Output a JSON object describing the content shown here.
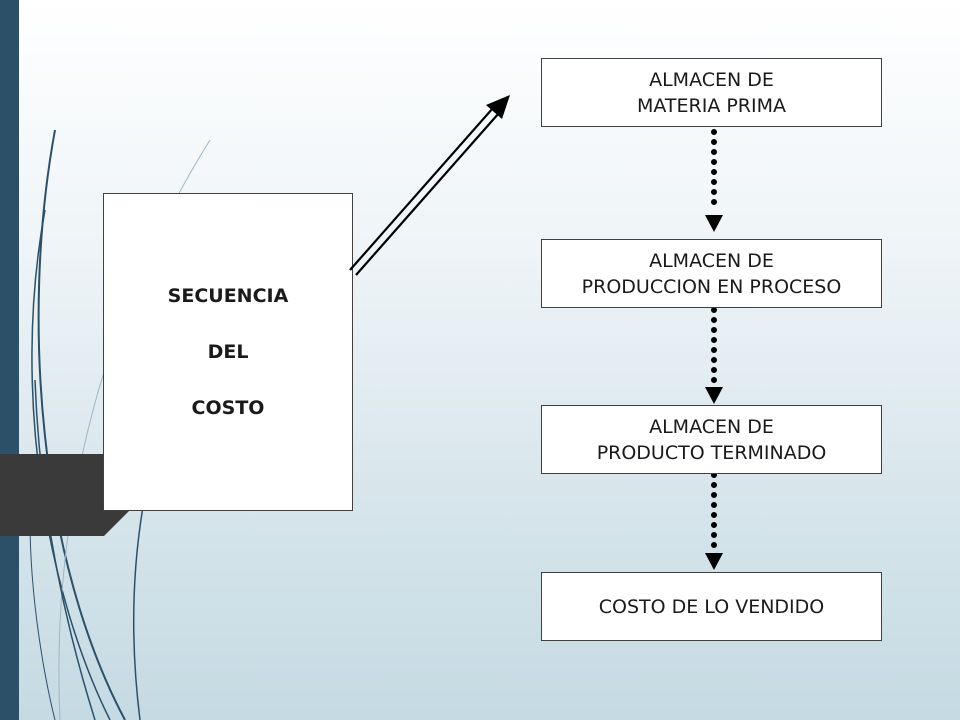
{
  "colors": {
    "strip": "#2c5068",
    "tab": "#3a3a3a",
    "deco_lines": "#2c5068",
    "box_border": "#404040",
    "box_fill": "#ffffff"
  },
  "sequence": {
    "line1": "SECUENCIA",
    "line2": "DEL",
    "line3": "COSTO"
  },
  "flow": [
    {
      "line1": "ALMACEN DE",
      "line2": "MATERIA PRIMA"
    },
    {
      "line1": "ALMACEN DE",
      "line2": "PRODUCCION EN PROCESO"
    },
    {
      "line1": "ALMACEN DE",
      "line2": "PRODUCTO TERMINADO"
    },
    {
      "line1": "COSTO DE LO VENDIDO",
      "line2": ""
    }
  ],
  "connectors": {
    "main_arrow": "double-line-arrow",
    "flow_arrows": "dotted-arrow-down"
  }
}
